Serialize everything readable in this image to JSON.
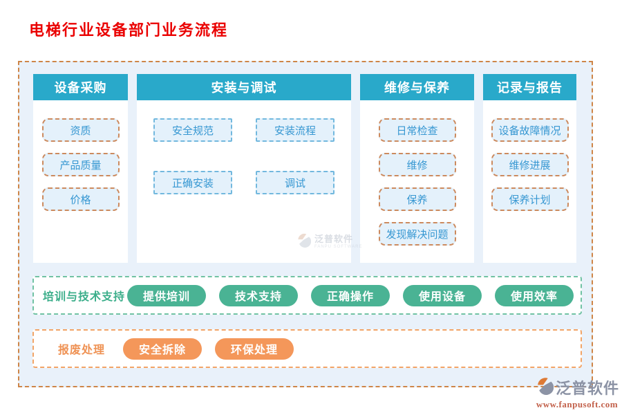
{
  "title": "电梯行业设备部门业务流程",
  "columns": [
    {
      "header": "设备采购",
      "item_style": "orange",
      "layout": "list",
      "items": [
        "资质",
        "产品质量",
        "价格"
      ]
    },
    {
      "header": "安装与调试",
      "item_style": "blue",
      "layout": "grid",
      "items": [
        "安全规范",
        "安装流程",
        "正确安装",
        "调试"
      ]
    },
    {
      "header": "维修与保养",
      "item_style": "orange",
      "layout": "list",
      "items": [
        "日常检查",
        "维修",
        "保养",
        "发现解决问题"
      ]
    },
    {
      "header": "记录与报告",
      "item_style": "orange",
      "layout": "list",
      "items": [
        "设备故障情况",
        "维修进展",
        "保养计划"
      ]
    }
  ],
  "training_band": {
    "label": "培训与技术支持",
    "pills": [
      "提供培训",
      "技术支持",
      "正确操作",
      "使用设备",
      "使用效率"
    ]
  },
  "scrap_band": {
    "label": "报废处理",
    "pills": [
      "安全拆除",
      "环保处理"
    ]
  },
  "watermark": {
    "brand": "泛普软件",
    "subtext": "FANPU SOFTWARE"
  },
  "footer": {
    "brand": "泛普软件",
    "url": "www.fanpusoft.com"
  },
  "icons": {
    "footer_logo": "fanpu-swirl-logo",
    "watermark_logo": "fanpu-swirl-logo"
  },
  "colors": {
    "title_red": "#ea0000",
    "header_teal": "#29a9ca",
    "container_bg": "#e9f1fa",
    "container_dash": "#ce8547",
    "item_bg": "#e4f1fb",
    "item_text": "#3697d2",
    "item_dash_orange": "#cc8a5e",
    "item_dash_blue": "#72b8de",
    "band_dash_green": "#70c2a3",
    "band_label_green": "#3bae8a",
    "pill_green": "#4ab394",
    "band_dash_orange": "#f2a466",
    "band_label_orange": "#ef9254",
    "pill_orange": "#f4975a",
    "footer_brand_gray": "#8c93a5",
    "footer_url_red": "#c2604a"
  }
}
